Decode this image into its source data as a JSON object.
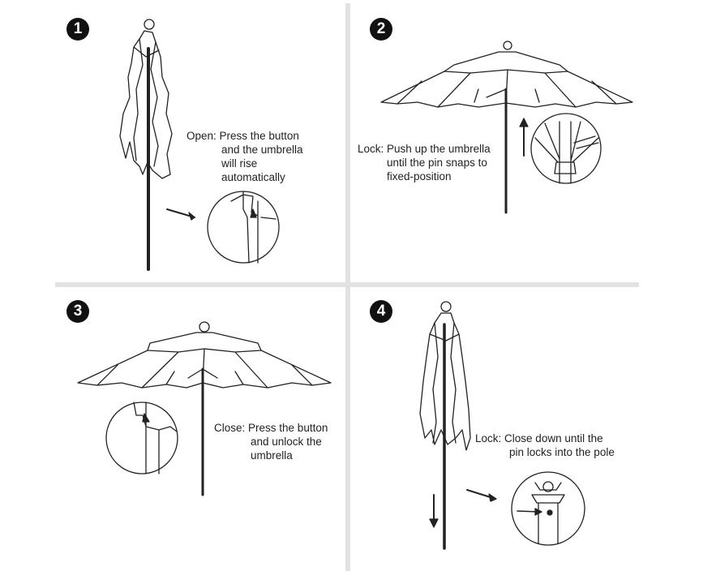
{
  "steps": [
    {
      "number": "1",
      "label": "Open:",
      "lines": [
        "Press the button",
        "and the umbrella",
        "will rise",
        "automatically"
      ]
    },
    {
      "number": "2",
      "label": "Lock:",
      "lines": [
        "Push up the umbrella",
        "until the pin snaps to",
        "fixed-position"
      ]
    },
    {
      "number": "3",
      "label": "Close:",
      "lines": [
        "Press the button",
        "and unlock the",
        "umbrella"
      ]
    },
    {
      "number": "4",
      "label": "Lock:",
      "lines": [
        "Close down until the",
        "pin locks into the pole"
      ]
    }
  ],
  "colors": {
    "line": "#222222",
    "badge": "#111111",
    "divider": "#e2e2e2"
  }
}
